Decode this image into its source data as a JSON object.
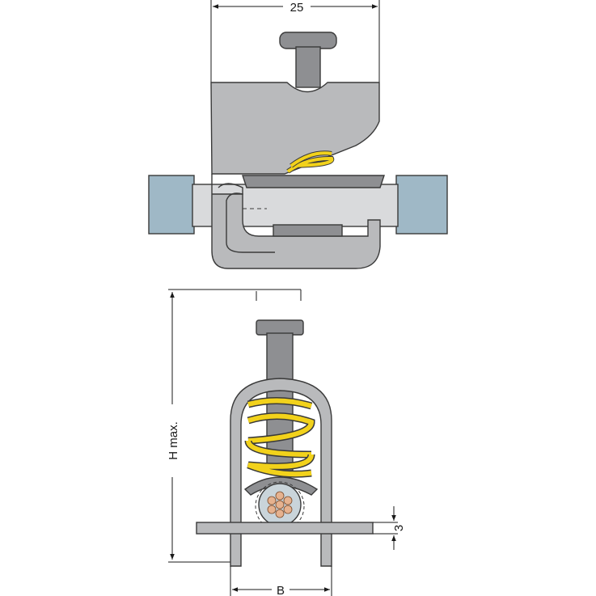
{
  "dimensions": {
    "width_top": "25",
    "height_max": "H max.",
    "width_bottom": "B",
    "thickness": "3"
  },
  "colors": {
    "body_gray": "#b9babc",
    "body_dark": "#8e8f92",
    "busbar": "#d9dadc",
    "rail_blue": "#9fb8c6",
    "spring_yellow": "#f2d21b",
    "conductor_copper": "#e6b28f",
    "insulation": "#c9d4da",
    "outline": "#3a3a3a"
  }
}
